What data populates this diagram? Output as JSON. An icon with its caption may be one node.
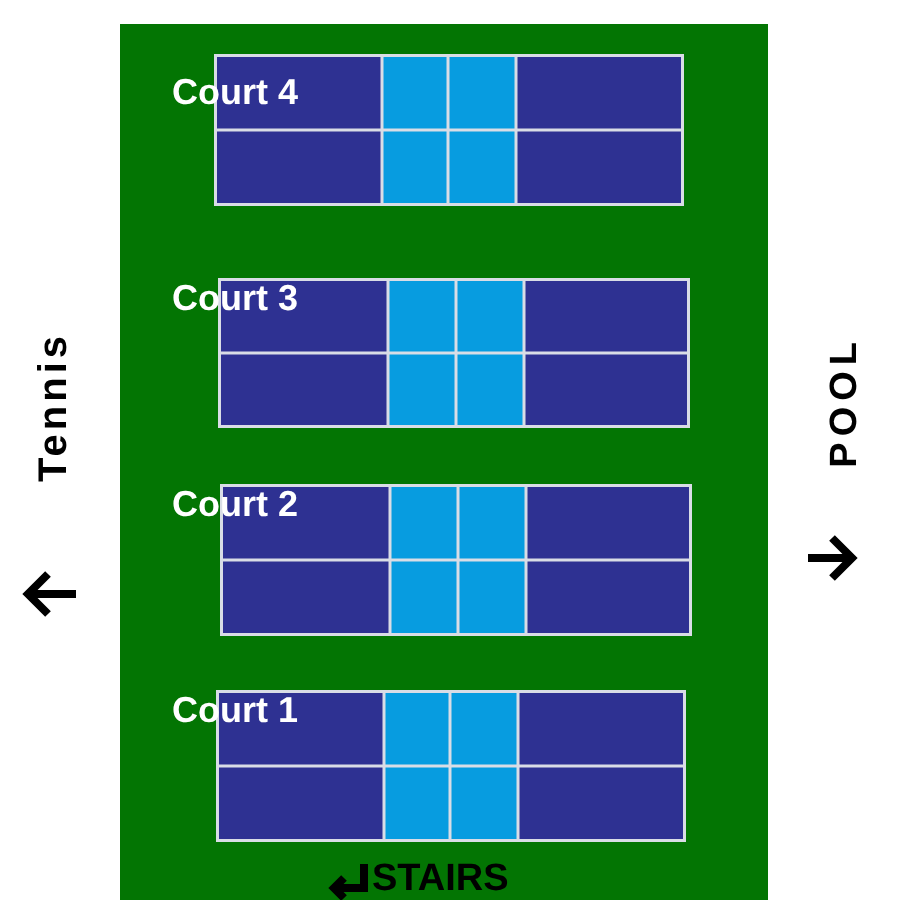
{
  "diagram": {
    "nodes": [
      {
        "text": [
          "Court 4"
        ]
      },
      {
        "text": [
          "Court 3"
        ]
      },
      {
        "text": [
          "Court 2"
        ]
      },
      {
        "text": [
          "Court 1"
        ]
      }
    ],
    "labels": [
      "Tennis",
      "POOL",
      "STAIRS"
    ]
  }
}
